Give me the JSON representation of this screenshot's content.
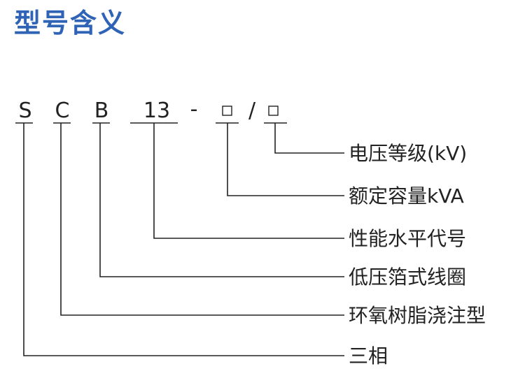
{
  "title": "型号含义",
  "model_code": {
    "s": "S",
    "c": "C",
    "b": "B",
    "num": "13",
    "dash": "-",
    "slash": "/"
  },
  "labels": {
    "voltage_level": "电压等级(kV)",
    "rated_capacity": "额定容量kVA",
    "performance_level": "性能水平代号",
    "foil_winding": "低压箔式线圈",
    "epoxy_cast": "环氧树脂浇注型",
    "three_phase": "三相"
  }
}
